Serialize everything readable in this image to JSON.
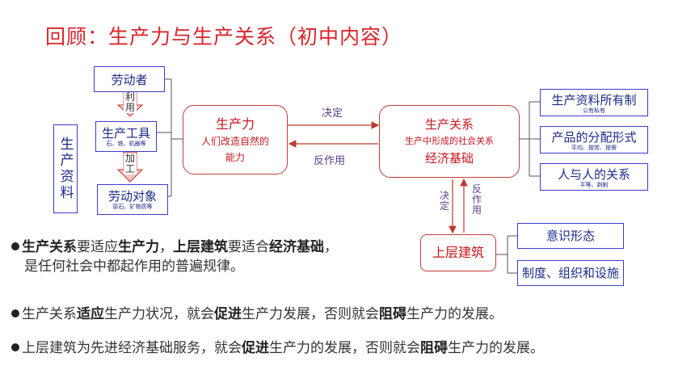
{
  "title": "回顾：生产力与生产关系（初中内容）",
  "left": {
    "laborer": "劳动者",
    "use_tag": [
      "利",
      "用"
    ],
    "tools": "生产工具",
    "tools_sub": "石、铁、机器等",
    "process_tag": [
      "加",
      "工"
    ],
    "objects": "劳动对象",
    "objects_sub": "原石、矿物质等",
    "means_vertical": "生产资料"
  },
  "productivity": {
    "title": "生产力",
    "desc_line1": "人们改造自然的",
    "desc_line2": "能力"
  },
  "relations": {
    "title": "生产关系",
    "desc": "生产中形成的社会关系",
    "base": "经济基础"
  },
  "arrows": {
    "decides": "决定",
    "reacts": "反作用",
    "decides_down": [
      "决",
      "定"
    ],
    "reacts_up": [
      "反",
      "作",
      "用"
    ]
  },
  "right": [
    {
      "main": "生产资料所有制",
      "sub": "公有私有"
    },
    {
      "main": "产品的分配形式",
      "sub": "平均、按劳、按需"
    },
    {
      "main": "人与人的关系",
      "sub": "平等、剥削"
    }
  ],
  "superstructure": {
    "title": "上层建筑",
    "items": [
      "意识形态",
      "制度、组织和设施"
    ]
  },
  "paragraphs": [
    {
      "segments": [
        {
          "text": "生产关系",
          "bold": true
        },
        {
          "text": "要适应",
          "bold": false
        },
        {
          "text": "生产力",
          "bold": true
        },
        {
          "text": "，",
          "bold": false
        },
        {
          "text": "上层建筑",
          "bold": true
        },
        {
          "text": "要适合",
          "bold": false
        },
        {
          "text": "经济基础",
          "bold": true
        },
        {
          "text": "，",
          "bold": false
        }
      ],
      "line2": "是任何社会中都起作用的普遍规律。"
    },
    {
      "segments": [
        {
          "text": "生产关系",
          "bold": false
        },
        {
          "text": "适应",
          "bold": true
        },
        {
          "text": "生产力状况，就会",
          "bold": false
        },
        {
          "text": "促进",
          "bold": true
        },
        {
          "text": "生产力发展，否则就会",
          "bold": false
        },
        {
          "text": "阻碍",
          "bold": true
        },
        {
          "text": "生产力的发展。",
          "bold": false
        }
      ]
    },
    {
      "segments": [
        {
          "text": "上层建筑为先进经济基础服务，就会",
          "bold": false
        },
        {
          "text": "促进",
          "bold": true
        },
        {
          "text": "生产力的发展，否则就会",
          "bold": false
        },
        {
          "text": "阻碍",
          "bold": true
        },
        {
          "text": "生产力的发展。",
          "bold": false
        }
      ]
    }
  ],
  "colors": {
    "title": "#d9262c",
    "box_border": "#3b3bd0",
    "red_text": "#c8171e",
    "bracket": "#555555"
  }
}
